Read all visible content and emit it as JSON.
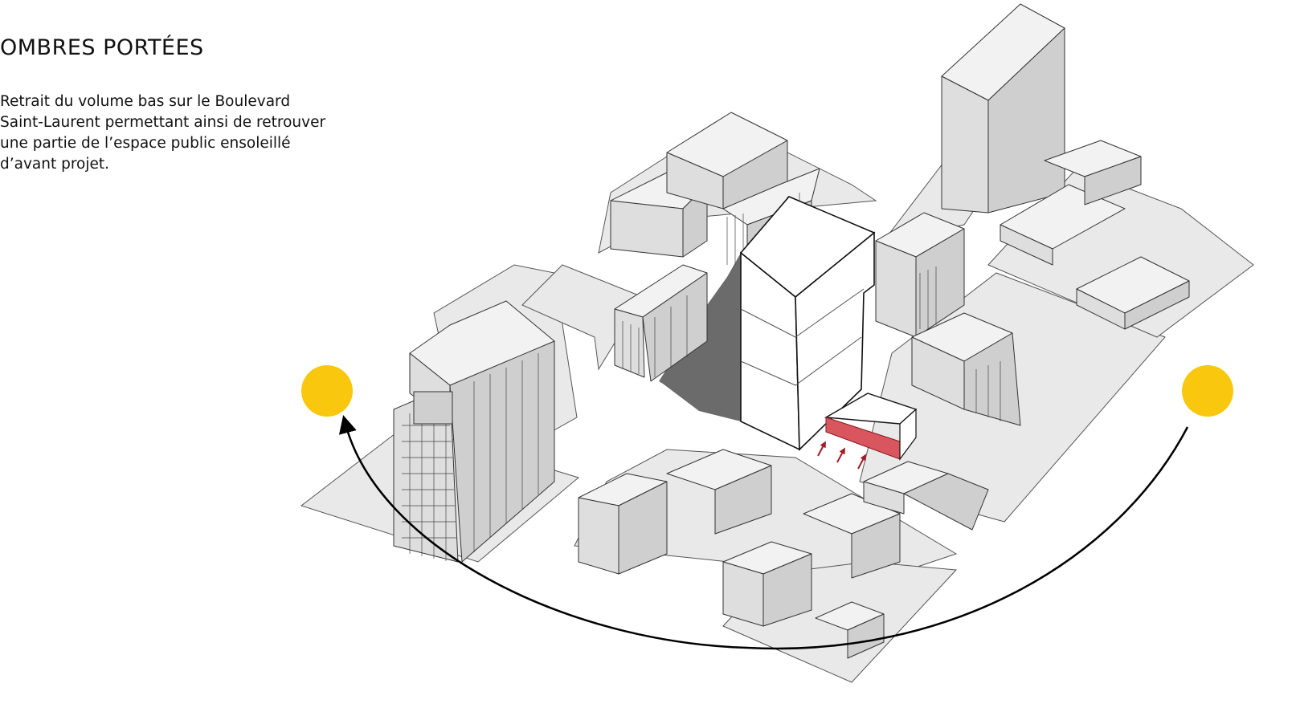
{
  "title": "OMBRES PORTÉES",
  "description_lines": [
    "Retrait du volume bas sur le Boulevard",
    "Saint-Laurent permettant ainsi de retrouver",
    "une partie de l’espace public ensoleillé",
    "d’avant projet."
  ],
  "colors": {
    "sun": "#f9c80e",
    "setback_band": "#d9565e",
    "setback_arrows": "#a31d25",
    "shadow": "#4a4a4a",
    "ground": "#e9e9e9"
  },
  "icons": {
    "sun_east": "sun-icon",
    "sun_west": "sun-icon",
    "sun_path": "curved-arrow"
  }
}
